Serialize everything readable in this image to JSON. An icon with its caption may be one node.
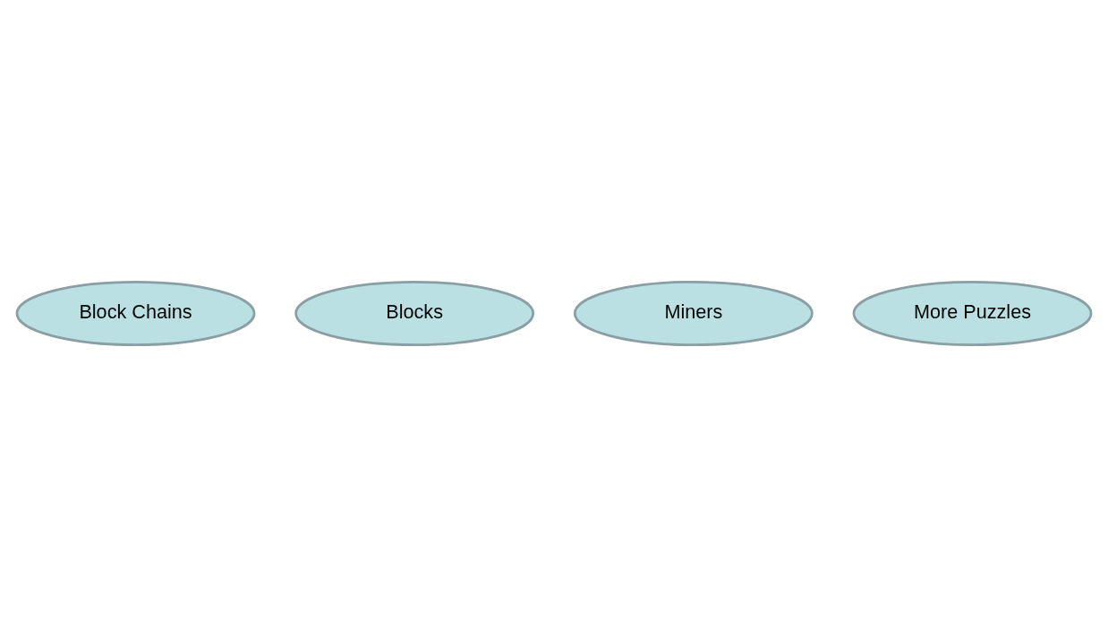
{
  "diagram": {
    "nodes": [
      {
        "text": [
          "Block Chains"
        ]
      },
      {
        "text": [
          "Blocks"
        ]
      },
      {
        "text": [
          "Miners"
        ]
      },
      {
        "text": [
          "More Puzzles"
        ]
      }
    ]
  }
}
